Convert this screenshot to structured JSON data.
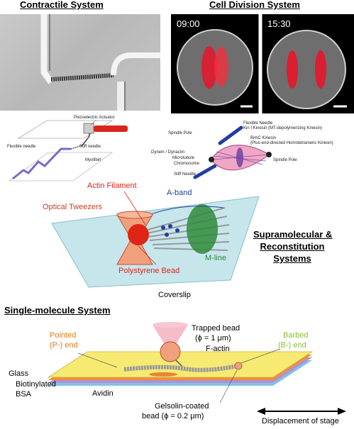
{
  "headings": {
    "contractile": "Contractile System",
    "cell_division": "Cell Division System",
    "supramolecular_1": "Supramolecular &",
    "supramolecular_2": "Reconstitution",
    "supramolecular_3": "Systems",
    "single_molecule": "Single-molecule System"
  },
  "cell_division": {
    "time_left": "09:00",
    "time_right": "15:30"
  },
  "contractile_diagram": {
    "piezo": "Piezoelectric Actuator",
    "flexible_needle": "Flexible needle",
    "stiff_needle": "Stiff needle",
    "myofibril": "Myofibirl"
  },
  "spindle_diagram": {
    "flexible_needle": "Flexible Needle",
    "kin1": "Kin I Kinesin (MT-depolymerizing Kinesin)",
    "spindle_pole_left": "Spindle Pole",
    "bimc": "BimC Kinesin",
    "bimc_sub": "(Plus-end-directed Homotetrameric Kinesin)",
    "dynein": "Dynein / Dynactin",
    "microtubule": "Microtubule",
    "chromosome": "Chromosome",
    "spindle_pole_right": "Spindle Pole",
    "stiff_needle": "Stiff Needle"
  },
  "tweezers_diagram": {
    "actin": "Actin Filament",
    "aband": "A-band",
    "optical": "Optical Tweezers",
    "mline": "M-line",
    "bead": "Polystyrene Bead",
    "coverslip": "Coverslip"
  },
  "single_molecule_diagram": {
    "trapped_bead": "Trapped bead",
    "trapped_bead_size": "(ϕ = 1 μm)",
    "pointed": "Pointed",
    "pointed_end": "(P-) end",
    "barbed": "Barbed",
    "barbed_end": "(B-) end",
    "factin": "F-actin",
    "glass": "Glass",
    "biotinylated": "Biotinylated",
    "bsa": "BSA",
    "avidin": "Avidin",
    "gelsolin": "Gelsolin-coated",
    "gelsolin_size": "bead (ϕ = 0.2 μm)",
    "displacement": "Displacement of stage"
  },
  "colors": {
    "pointed": "#e07b1a",
    "barbed": "#8bbf2a",
    "tweezer_red": "#e8321e",
    "mline_green": "#2e8b3a",
    "aband_blue": "#1f3fa0",
    "slide_yellow": "#f6ea72"
  }
}
